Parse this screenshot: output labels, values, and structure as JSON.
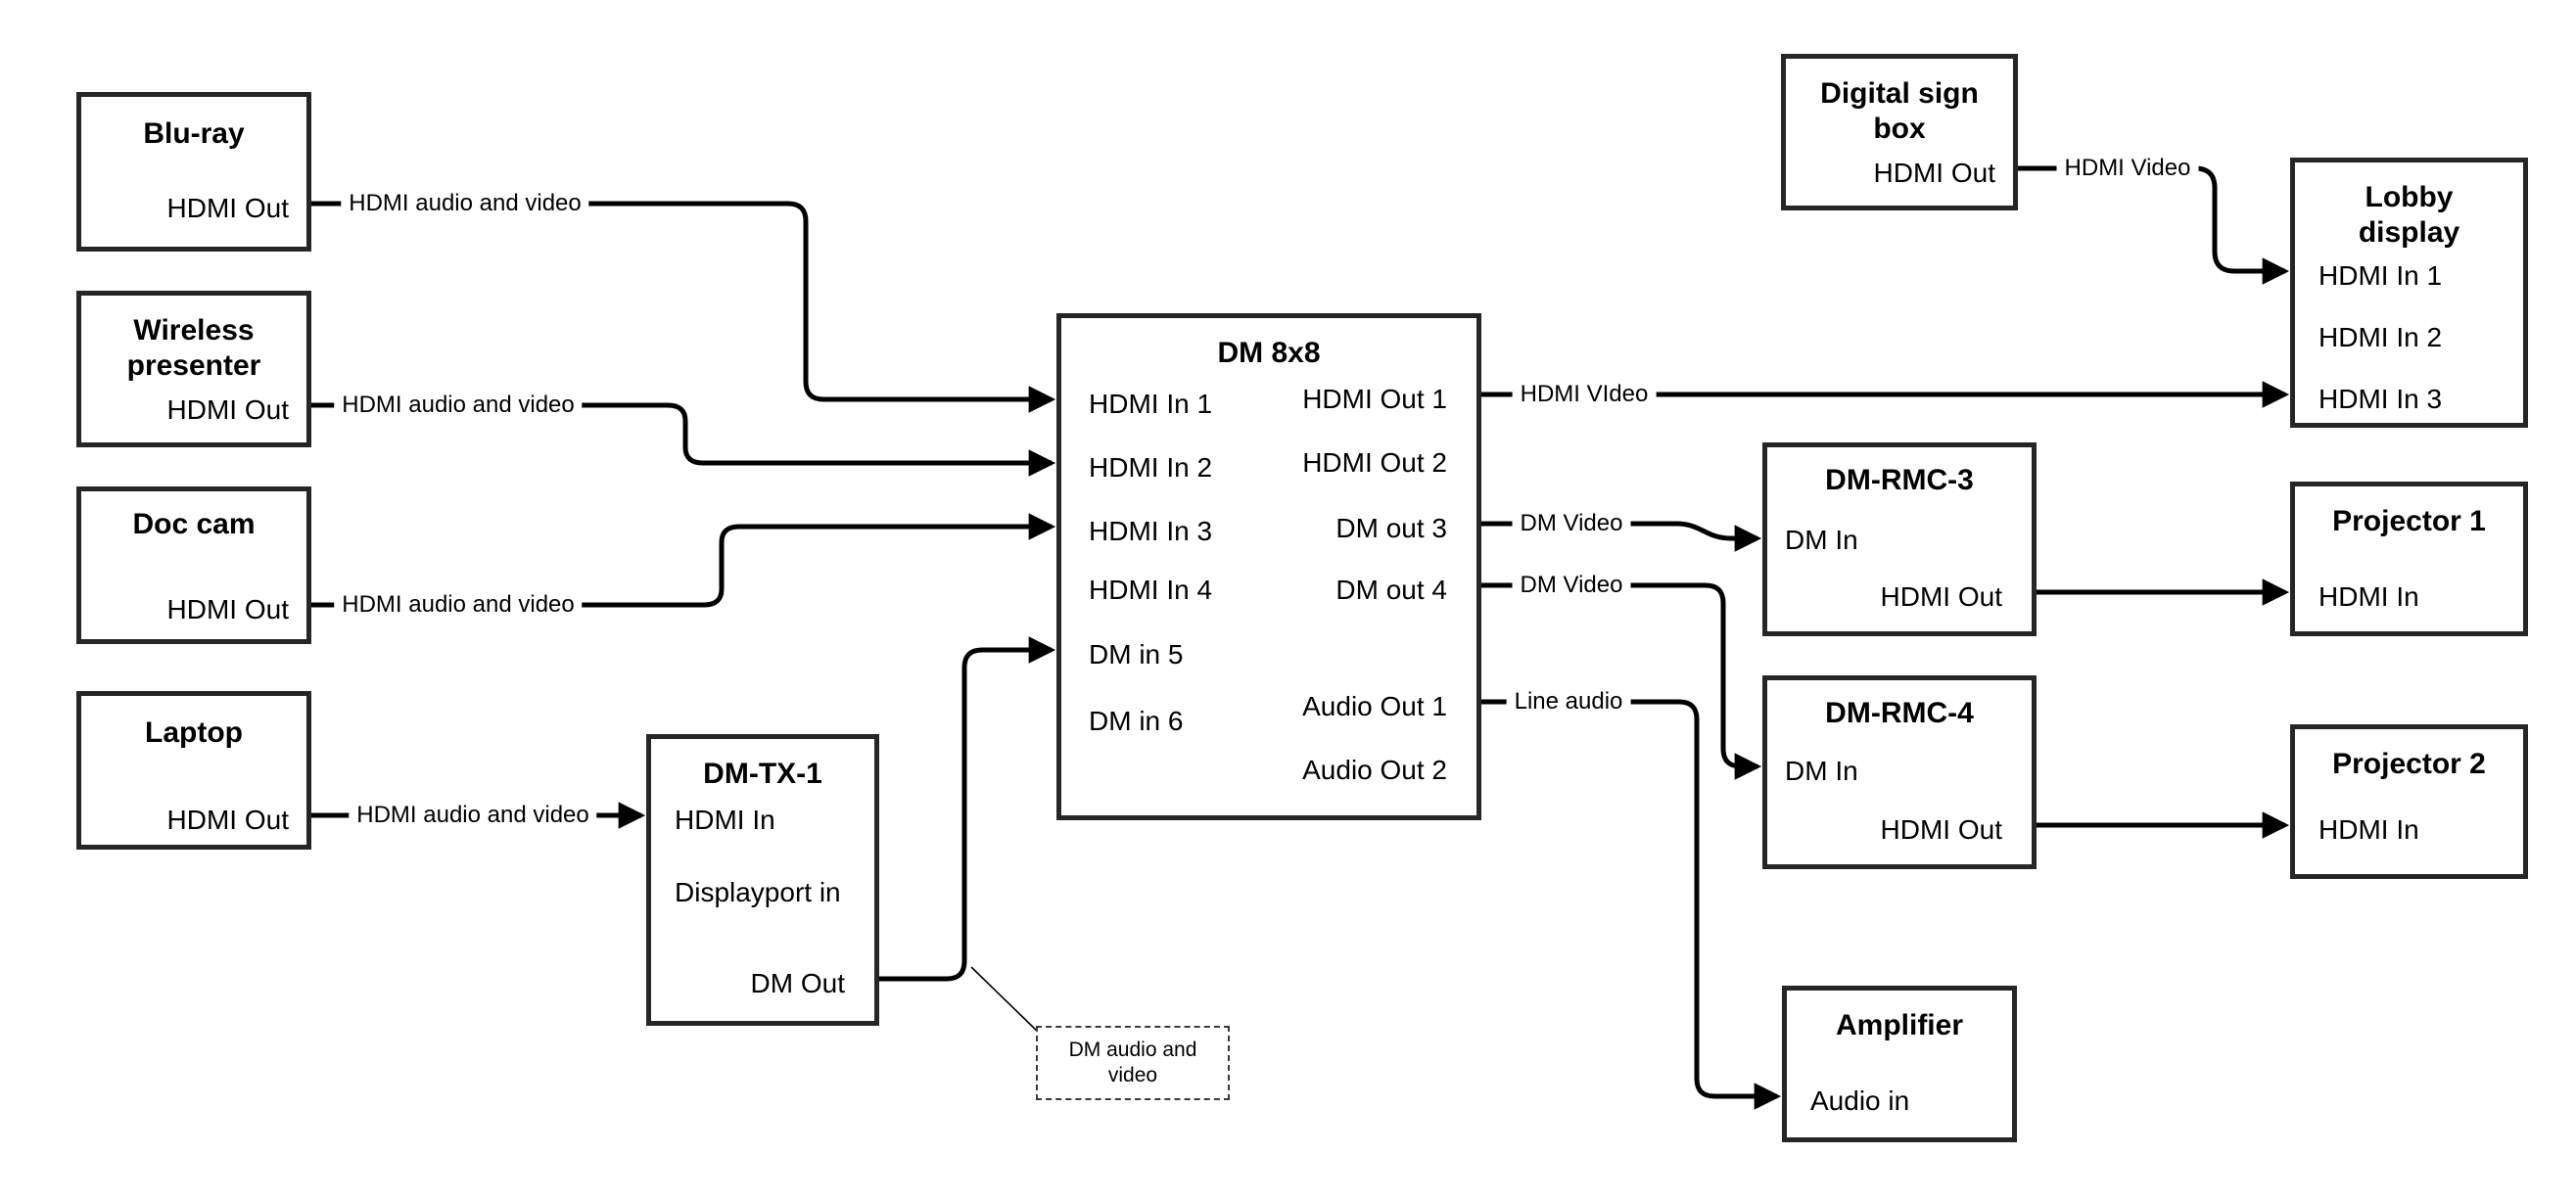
{
  "nodes": {
    "bluray": {
      "title": "Blu-ray",
      "ports": {
        "hdmi_out": "HDMI Out"
      }
    },
    "wireless": {
      "title": "Wireless presenter",
      "ports": {
        "hdmi_out": "HDMI Out"
      }
    },
    "doccam": {
      "title": "Doc cam",
      "ports": {
        "hdmi_out": "HDMI Out"
      }
    },
    "laptop": {
      "title": "Laptop",
      "ports": {
        "hdmi_out": "HDMI Out"
      }
    },
    "dmtx1": {
      "title": "DM-TX-1",
      "ports": {
        "hdmi_in": "HDMI In",
        "dp_in": "Displayport in",
        "dm_out": "DM Out"
      }
    },
    "dm8x8": {
      "title": "DM 8x8",
      "ports": {
        "in1": "HDMI In 1",
        "in2": "HDMI In 2",
        "in3": "HDMI In 3",
        "in4": "HDMI In 4",
        "in5": "DM in 5",
        "in6": "DM in 6",
        "out1": "HDMI Out 1",
        "out2": "HDMI Out 2",
        "out3": "DM out 3",
        "out4": "DM out 4",
        "aout1": "Audio Out 1",
        "aout2": "Audio Out 2"
      }
    },
    "digitalsign": {
      "title": "Digital sign box",
      "ports": {
        "hdmi_out": "HDMI Out"
      }
    },
    "lobby": {
      "title": "Lobby display",
      "ports": {
        "in1": "HDMI In 1",
        "in2": "HDMI In 2",
        "in3": "HDMI In 3"
      }
    },
    "dmrmc3": {
      "title": "DM-RMC-3",
      "ports": {
        "dm_in": "DM In",
        "hdmi_out": "HDMI Out"
      }
    },
    "projector1": {
      "title": "Projector 1",
      "ports": {
        "hdmi_in": "HDMI In"
      }
    },
    "dmrmc4": {
      "title": "DM-RMC-4",
      "ports": {
        "dm_in": "DM In",
        "hdmi_out": "HDMI Out"
      }
    },
    "projector2": {
      "title": "Projector 2",
      "ports": {
        "hdmi_in": "HDMI In"
      }
    },
    "amplifier": {
      "title": "Amplifier",
      "ports": {
        "audio_in": "Audio in"
      }
    }
  },
  "edge_labels": {
    "src_bluray": "HDMI audio and video",
    "src_wireless": "HDMI audio and video",
    "src_doccam": "HDMI audio and video",
    "src_laptop": "HDMI audio and video",
    "hdmi_video_caps": "HDMI VIdeo",
    "dm_video_3": "DM Video",
    "dm_video_4": "DM Video",
    "line_audio": "Line audio",
    "hdmi_video_sign": "HDMI Video"
  },
  "note": {
    "text": "DM audio and video"
  },
  "colors": {
    "line": "#000000",
    "border": "#262626",
    "background": "#ffffff"
  }
}
